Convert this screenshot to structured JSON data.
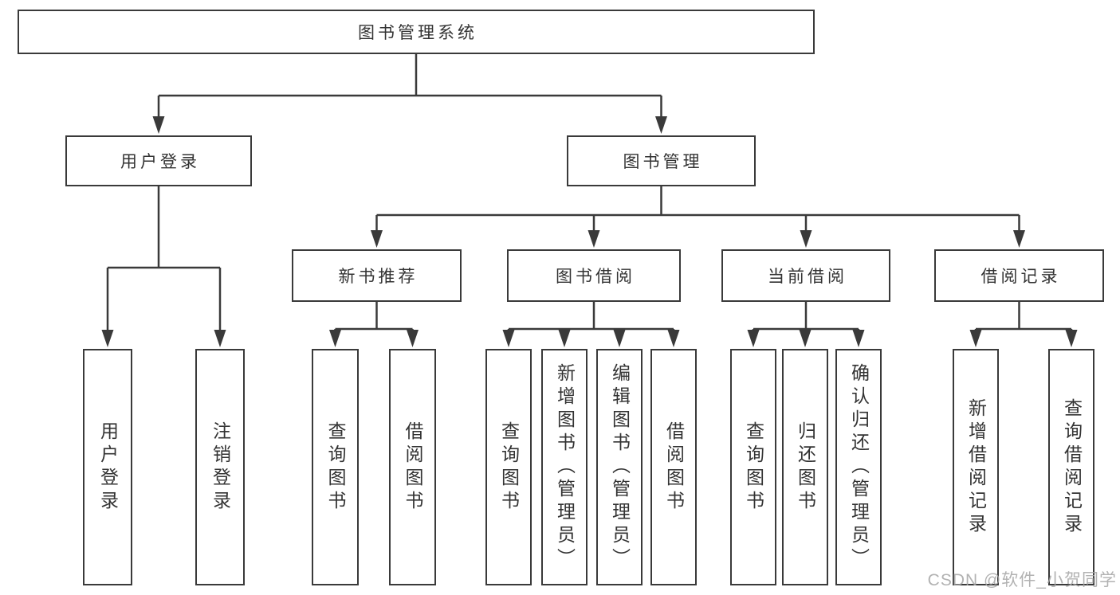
{
  "diagram_title": "图书管理系统",
  "watermark": "CSDN @软件_小贺同学",
  "colors": {
    "line": "#3a3a3a",
    "box_border": "#3a3a3a",
    "text": "#333333",
    "background": "#ffffff",
    "watermark": "#a5a5a5"
  },
  "nodes": [
    {
      "id": "root",
      "label": "图书管理系统",
      "level": 1,
      "parent": null
    },
    {
      "id": "user-login",
      "label": "用户登录",
      "level": 2,
      "parent": "root"
    },
    {
      "id": "book-management",
      "label": "图书管理",
      "level": 2,
      "parent": "root"
    },
    {
      "id": "new-book-recommend",
      "label": "新书推荐",
      "level": 3,
      "parent": "book-management"
    },
    {
      "id": "book-borrowing",
      "label": "图书借阅",
      "level": 3,
      "parent": "book-management"
    },
    {
      "id": "current-borrowing",
      "label": "当前借阅",
      "level": 3,
      "parent": "book-management"
    },
    {
      "id": "borrowing-records",
      "label": "借阅记录",
      "level": 3,
      "parent": "book-management"
    },
    {
      "id": "user-login-action",
      "label": "用户登录",
      "level": 4,
      "parent": "user-login"
    },
    {
      "id": "logout-action",
      "label": "注销登录",
      "level": 4,
      "parent": "user-login"
    },
    {
      "id": "query-books-recommend",
      "label": "查询图书",
      "level": 4,
      "parent": "new-book-recommend"
    },
    {
      "id": "borrow-books-recommend",
      "label": "借阅图书",
      "level": 4,
      "parent": "new-book-recommend"
    },
    {
      "id": "query-books-borrowing",
      "label": "查询图书",
      "level": 4,
      "parent": "book-borrowing"
    },
    {
      "id": "add-books-admin",
      "label": "新增图书（管理员）",
      "level": 4,
      "parent": "book-borrowing"
    },
    {
      "id": "edit-books-admin",
      "label": "编辑图书（管理员）",
      "level": 4,
      "parent": "book-borrowing"
    },
    {
      "id": "borrow-books-borrowing",
      "label": "借阅图书",
      "level": 4,
      "parent": "book-borrowing"
    },
    {
      "id": "query-books-current",
      "label": "查询图书",
      "level": 4,
      "parent": "current-borrowing"
    },
    {
      "id": "return-books",
      "label": "归还图书",
      "level": 4,
      "parent": "current-borrowing"
    },
    {
      "id": "confirm-return-admin",
      "label": "确认归还（管理员）",
      "level": 4,
      "parent": "current-borrowing"
    },
    {
      "id": "add-borrow-record",
      "label": "新增借阅记录",
      "level": 4,
      "parent": "borrowing-records"
    },
    {
      "id": "query-borrow-record",
      "label": "查询借阅记录",
      "level": 4,
      "parent": "borrowing-records"
    }
  ]
}
